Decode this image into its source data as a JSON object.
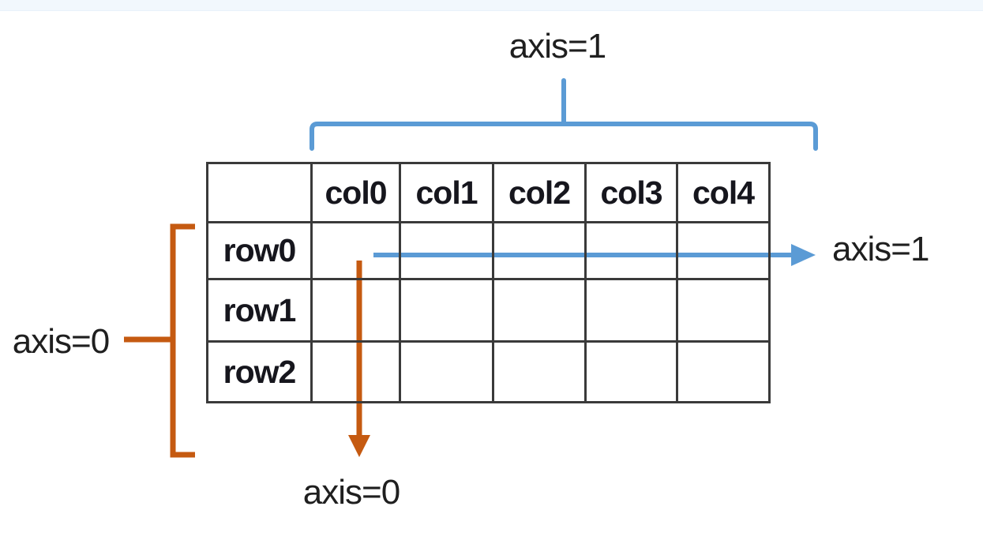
{
  "diagram": {
    "top_axis_label": "axis=1",
    "right_axis_label": "axis=1",
    "left_axis_label": "axis=0",
    "bottom_axis_label": "axis=0"
  },
  "table": {
    "corner": "",
    "col_headers": [
      "col0",
      "col1",
      "col2",
      "col3",
      "col4"
    ],
    "row_headers": [
      "row0",
      "row1",
      "row2"
    ],
    "cells": [
      [
        "",
        "",
        "",
        "",
        ""
      ],
      [
        "",
        "",
        "",
        "",
        ""
      ],
      [
        "",
        "",
        "",
        "",
        ""
      ]
    ]
  },
  "colors": {
    "axis1_blue": "#5B9BD5",
    "axis0_orange": "#C55A11",
    "table_border": "#3a3a3a",
    "label_text": "#1f1f1f",
    "top_bar": "#f2f8fd"
  }
}
